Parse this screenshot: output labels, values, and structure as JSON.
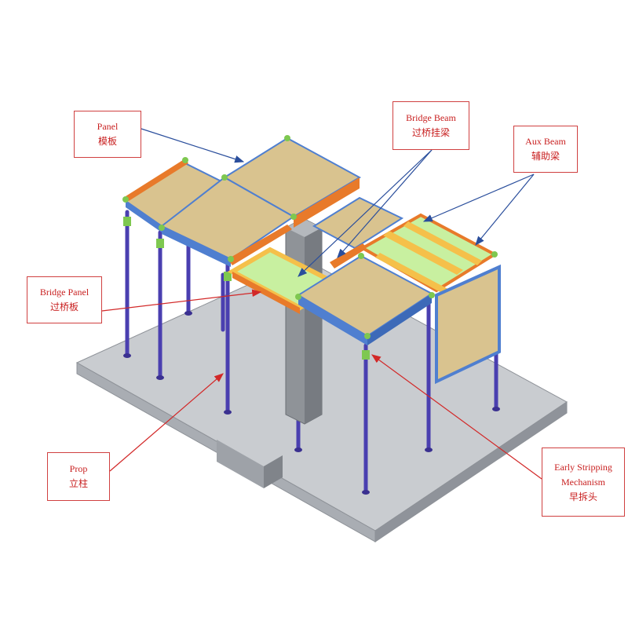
{
  "callouts": {
    "panel": {
      "en": "Panel",
      "zh": "模板"
    },
    "bridge_beam": {
      "en": "Bridge Beam",
      "zh": "过桥挂梁"
    },
    "aux_beam": {
      "en": "Aux Beam",
      "zh": "辅助梁"
    },
    "bridge_panel": {
      "en": "Bridge Panel",
      "zh": "过桥板"
    },
    "prop": {
      "en": "Prop",
      "zh": "立柱"
    },
    "early_stripping": {
      "en_line1": "Early Stripping",
      "en_line2": "Mechanism",
      "zh": "早拆头"
    }
  },
  "colors": {
    "slab_top": "#c9ccd0",
    "slab_side": "#9ea2a8",
    "panel_wood": "#d9c38f",
    "frame_blue": "#4f7fd0",
    "prop_purple": "#5a4fc0",
    "beam_orange": "#e87a2a",
    "aux_green": "#c8f0a0",
    "bridge_yellow": "#f5c04a",
    "column_grey": "#8f9398",
    "leader_red": "#d22828",
    "leader_blue": "#2a4e9c"
  }
}
